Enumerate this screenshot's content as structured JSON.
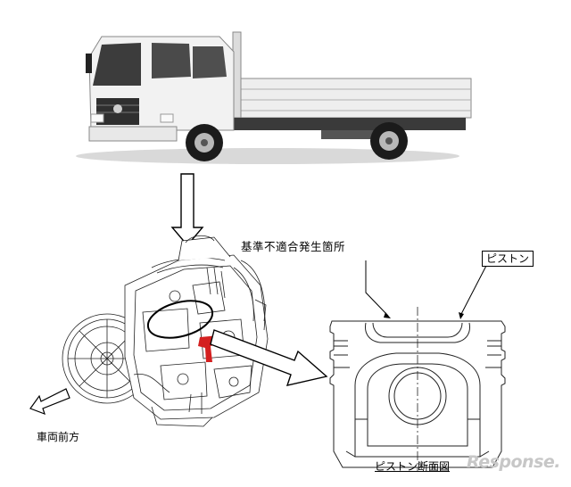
{
  "labels": {
    "defect_location": "基準不適合発生箇所",
    "piston": "ピストン",
    "vehicle_front_direction": "車両前方",
    "piston_section_caption": "ピストン断面図"
  },
  "watermark": {
    "brand_mark": "R",
    "brand_text": "esponse."
  },
  "colors": {
    "leak_highlight": "#d42020",
    "cab_body": "#f2f2f2",
    "line": "#222222",
    "watermark": "#c7c7c7"
  }
}
